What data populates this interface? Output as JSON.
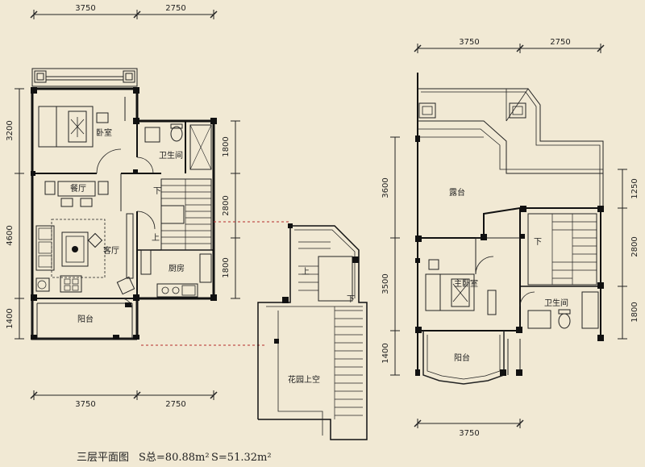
{
  "left_plan": {
    "dims_top": [
      "3750",
      "2750"
    ],
    "dims_bottom": [
      "3750",
      "2750"
    ],
    "dims_left": [
      "3200",
      "4600",
      "1400"
    ],
    "dims_right": [
      "1800",
      "2800",
      "1800"
    ],
    "rooms": {
      "bedroom": "卧室",
      "bathroom": "卫生间",
      "dining": "餐厅",
      "living": "客厅",
      "kitchen": "厨房",
      "balcony": "阳台",
      "stair_down": "下",
      "stair_up": "上"
    }
  },
  "middle_plan": {
    "label": "花园上空",
    "stair_up": "上",
    "stair_down": "下"
  },
  "right_plan": {
    "dims_top": [
      "3750",
      "2750"
    ],
    "dims_bottom": [
      "3750"
    ],
    "dims_left": [
      "3600",
      "3500",
      "1400"
    ],
    "dims_right": [
      "1250",
      "2800",
      "1800"
    ],
    "rooms": {
      "terrace": "露台",
      "master_bedroom": "主卧室",
      "bathroom": "卫生间",
      "balcony": "阳台",
      "stair_down": "下"
    }
  },
  "caption": {
    "title": "三层平面图",
    "area_total": "S总=80.88m²",
    "area": "S=51.32m²"
  },
  "colors": {
    "background": "#f1e9d4",
    "wall": "#111111",
    "line": "#333333",
    "connector": "#b52a2a"
  }
}
